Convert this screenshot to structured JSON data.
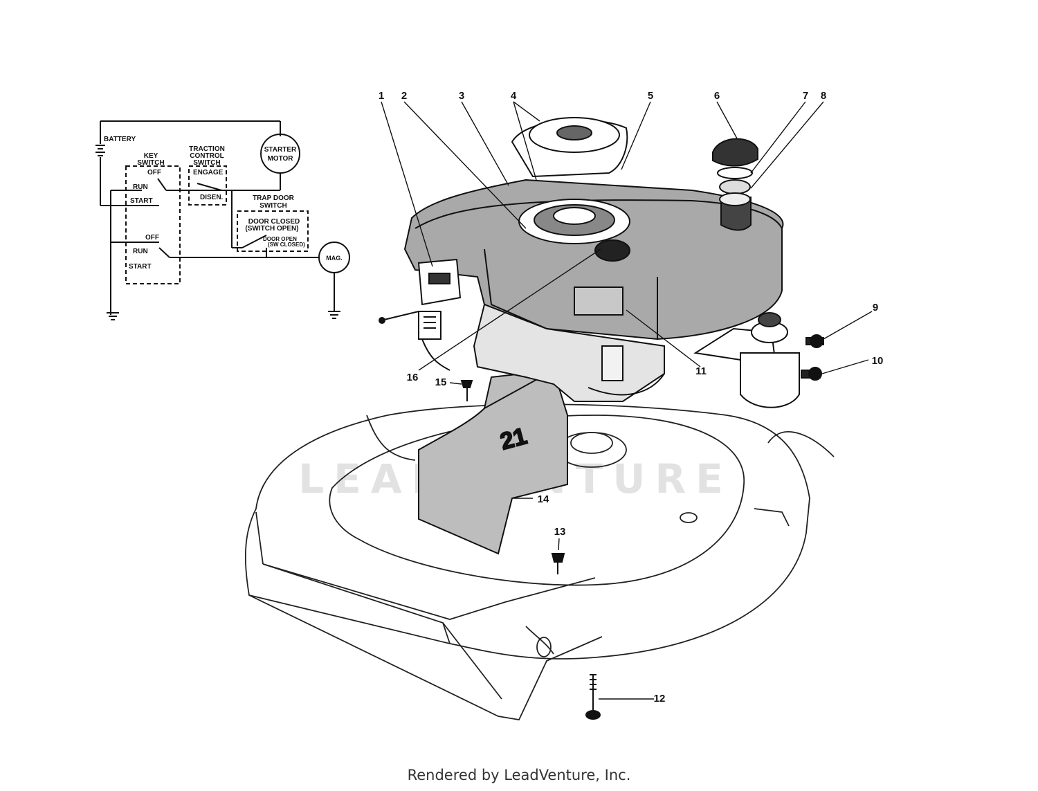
{
  "parts": {
    "p1": "1",
    "p2": "2",
    "p3": "3",
    "p4": "4",
    "p5": "5",
    "p6": "6",
    "p7": "7",
    "p8": "8",
    "p9": "9",
    "p10": "10",
    "p11": "11",
    "p12": "12",
    "p13": "13",
    "p14": "14",
    "p15": "15",
    "p16": "16"
  },
  "schematic": {
    "battery": "BATTERY",
    "key_switch_1": "KEY",
    "key_switch_2": "SWITCH",
    "traction_1": "TRACTION",
    "traction_2": "CONTROL",
    "traction_3": "SWITCH",
    "starter_1": "STARTER",
    "starter_2": "MOTOR",
    "off_1": "OFF",
    "run_1": "RUN",
    "start_1": "START",
    "engage": "ENGAGE",
    "diseng": "DISEN.",
    "trap_1": "TRAP DOOR",
    "trap_2": "SWITCH",
    "door_closed": "DOOR CLOSED",
    "switch_open": "(SWITCH OPEN)",
    "door_open": "DOOR OPEN",
    "sw_closed": "(SW CLOSED)",
    "off_2": "OFF",
    "run_2": "RUN",
    "start_2": "START",
    "mag": "MAG."
  },
  "deck_badge": {
    "number": "21"
  },
  "watermark": "LEADVENTURE",
  "footer": "Rendered by LeadVenture, Inc."
}
